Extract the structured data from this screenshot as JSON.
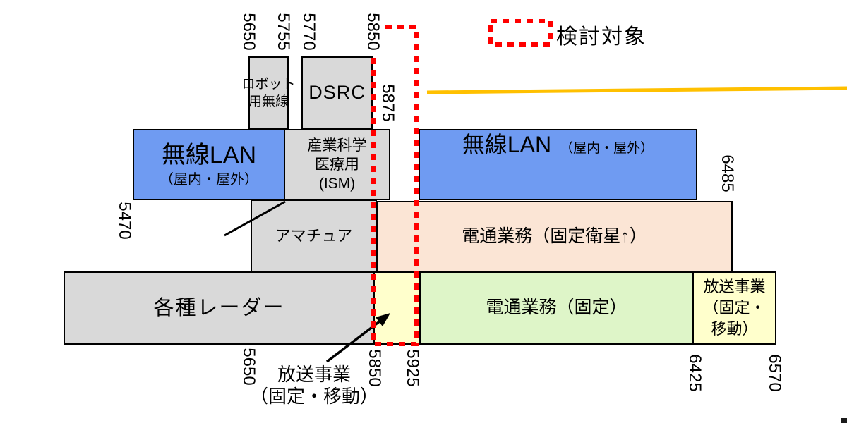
{
  "legend": {
    "label": "検討対象"
  },
  "colors": {
    "band_gray": "#d9d9d9",
    "band_blue": "#6f9bf2",
    "band_peach": "#fbe5d5",
    "band_green": "#def5c8",
    "band_yellow": "#ffffcc",
    "outline": "#000000",
    "review_box": "#ff0000",
    "highlight_line": "#ffc000"
  },
  "bands": {
    "robot": {
      "line1": "ロボット",
      "line2": "用無線"
    },
    "dsrc": {
      "label": "DSRC"
    },
    "wlan_left": {
      "title": "無線LAN",
      "subtitle": "（屋内・屋外）"
    },
    "ism": {
      "line1": "産業科学",
      "line2": "医療用",
      "line3": "(ISM)"
    },
    "wlan_right": {
      "title": "無線LAN",
      "subtitle": "（屋内・屋外）"
    },
    "amateur": {
      "label": "アマチュア"
    },
    "telecom_satellite": {
      "label": "電通業務（固定衛星↑）"
    },
    "radar": {
      "label": "各種レーダー"
    },
    "telecom_fixed": {
      "label": "電通業務（固定）"
    },
    "broadcast_right": {
      "line1": "放送事業",
      "line2": "（固定・",
      "line3": "移動）"
    }
  },
  "annotation": {
    "line1": "放送事業",
    "line2": "（固定・移動）"
  },
  "ticks": {
    "top_5650": "5650",
    "top_5755": "5755",
    "top_5770": "5770",
    "top_5850": "5850",
    "right_5875": "5875",
    "left_5470": "5470",
    "right_6485": "6485",
    "bot_5650": "5650",
    "bot_5850": "5850",
    "bot_5925": "5925",
    "bot_6425": "6425",
    "bot_6570": "6570"
  }
}
